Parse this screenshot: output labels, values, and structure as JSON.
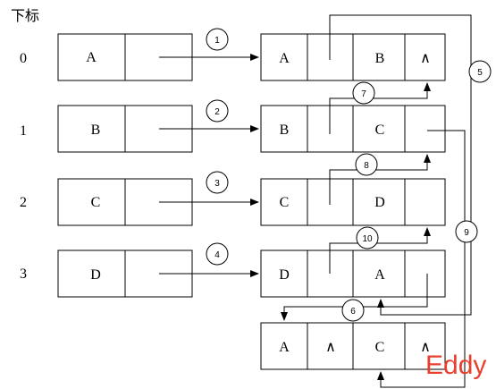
{
  "header_label": "下标",
  "index_labels": [
    "0",
    "1",
    "2",
    "3"
  ],
  "head_nodes": [
    {
      "data": "A",
      "next": ""
    },
    {
      "data": "B",
      "next": ""
    },
    {
      "data": "C",
      "next": ""
    },
    {
      "data": "D",
      "next": ""
    }
  ],
  "list_nodes": [
    {
      "data": "A",
      "ptr": "",
      "data2": "B",
      "next": "∧"
    },
    {
      "data": "B",
      "ptr": "",
      "data2": "C",
      "next": ""
    },
    {
      "data": "C",
      "ptr": "",
      "data2": "D",
      "next": ""
    },
    {
      "data": "D",
      "ptr": "",
      "data2": "A",
      "next": ""
    },
    {
      "data": "A",
      "ptr": "∧",
      "data2": "C",
      "next": "∧"
    }
  ],
  "step_numbers": [
    "1",
    "2",
    "3",
    "4",
    "5",
    "6",
    "7",
    "8",
    "9",
    "10"
  ],
  "watermark": "Eddy",
  "colors": {
    "stroke": "#000000",
    "watermark": "#e8402f",
    "background": "#ffffff"
  }
}
